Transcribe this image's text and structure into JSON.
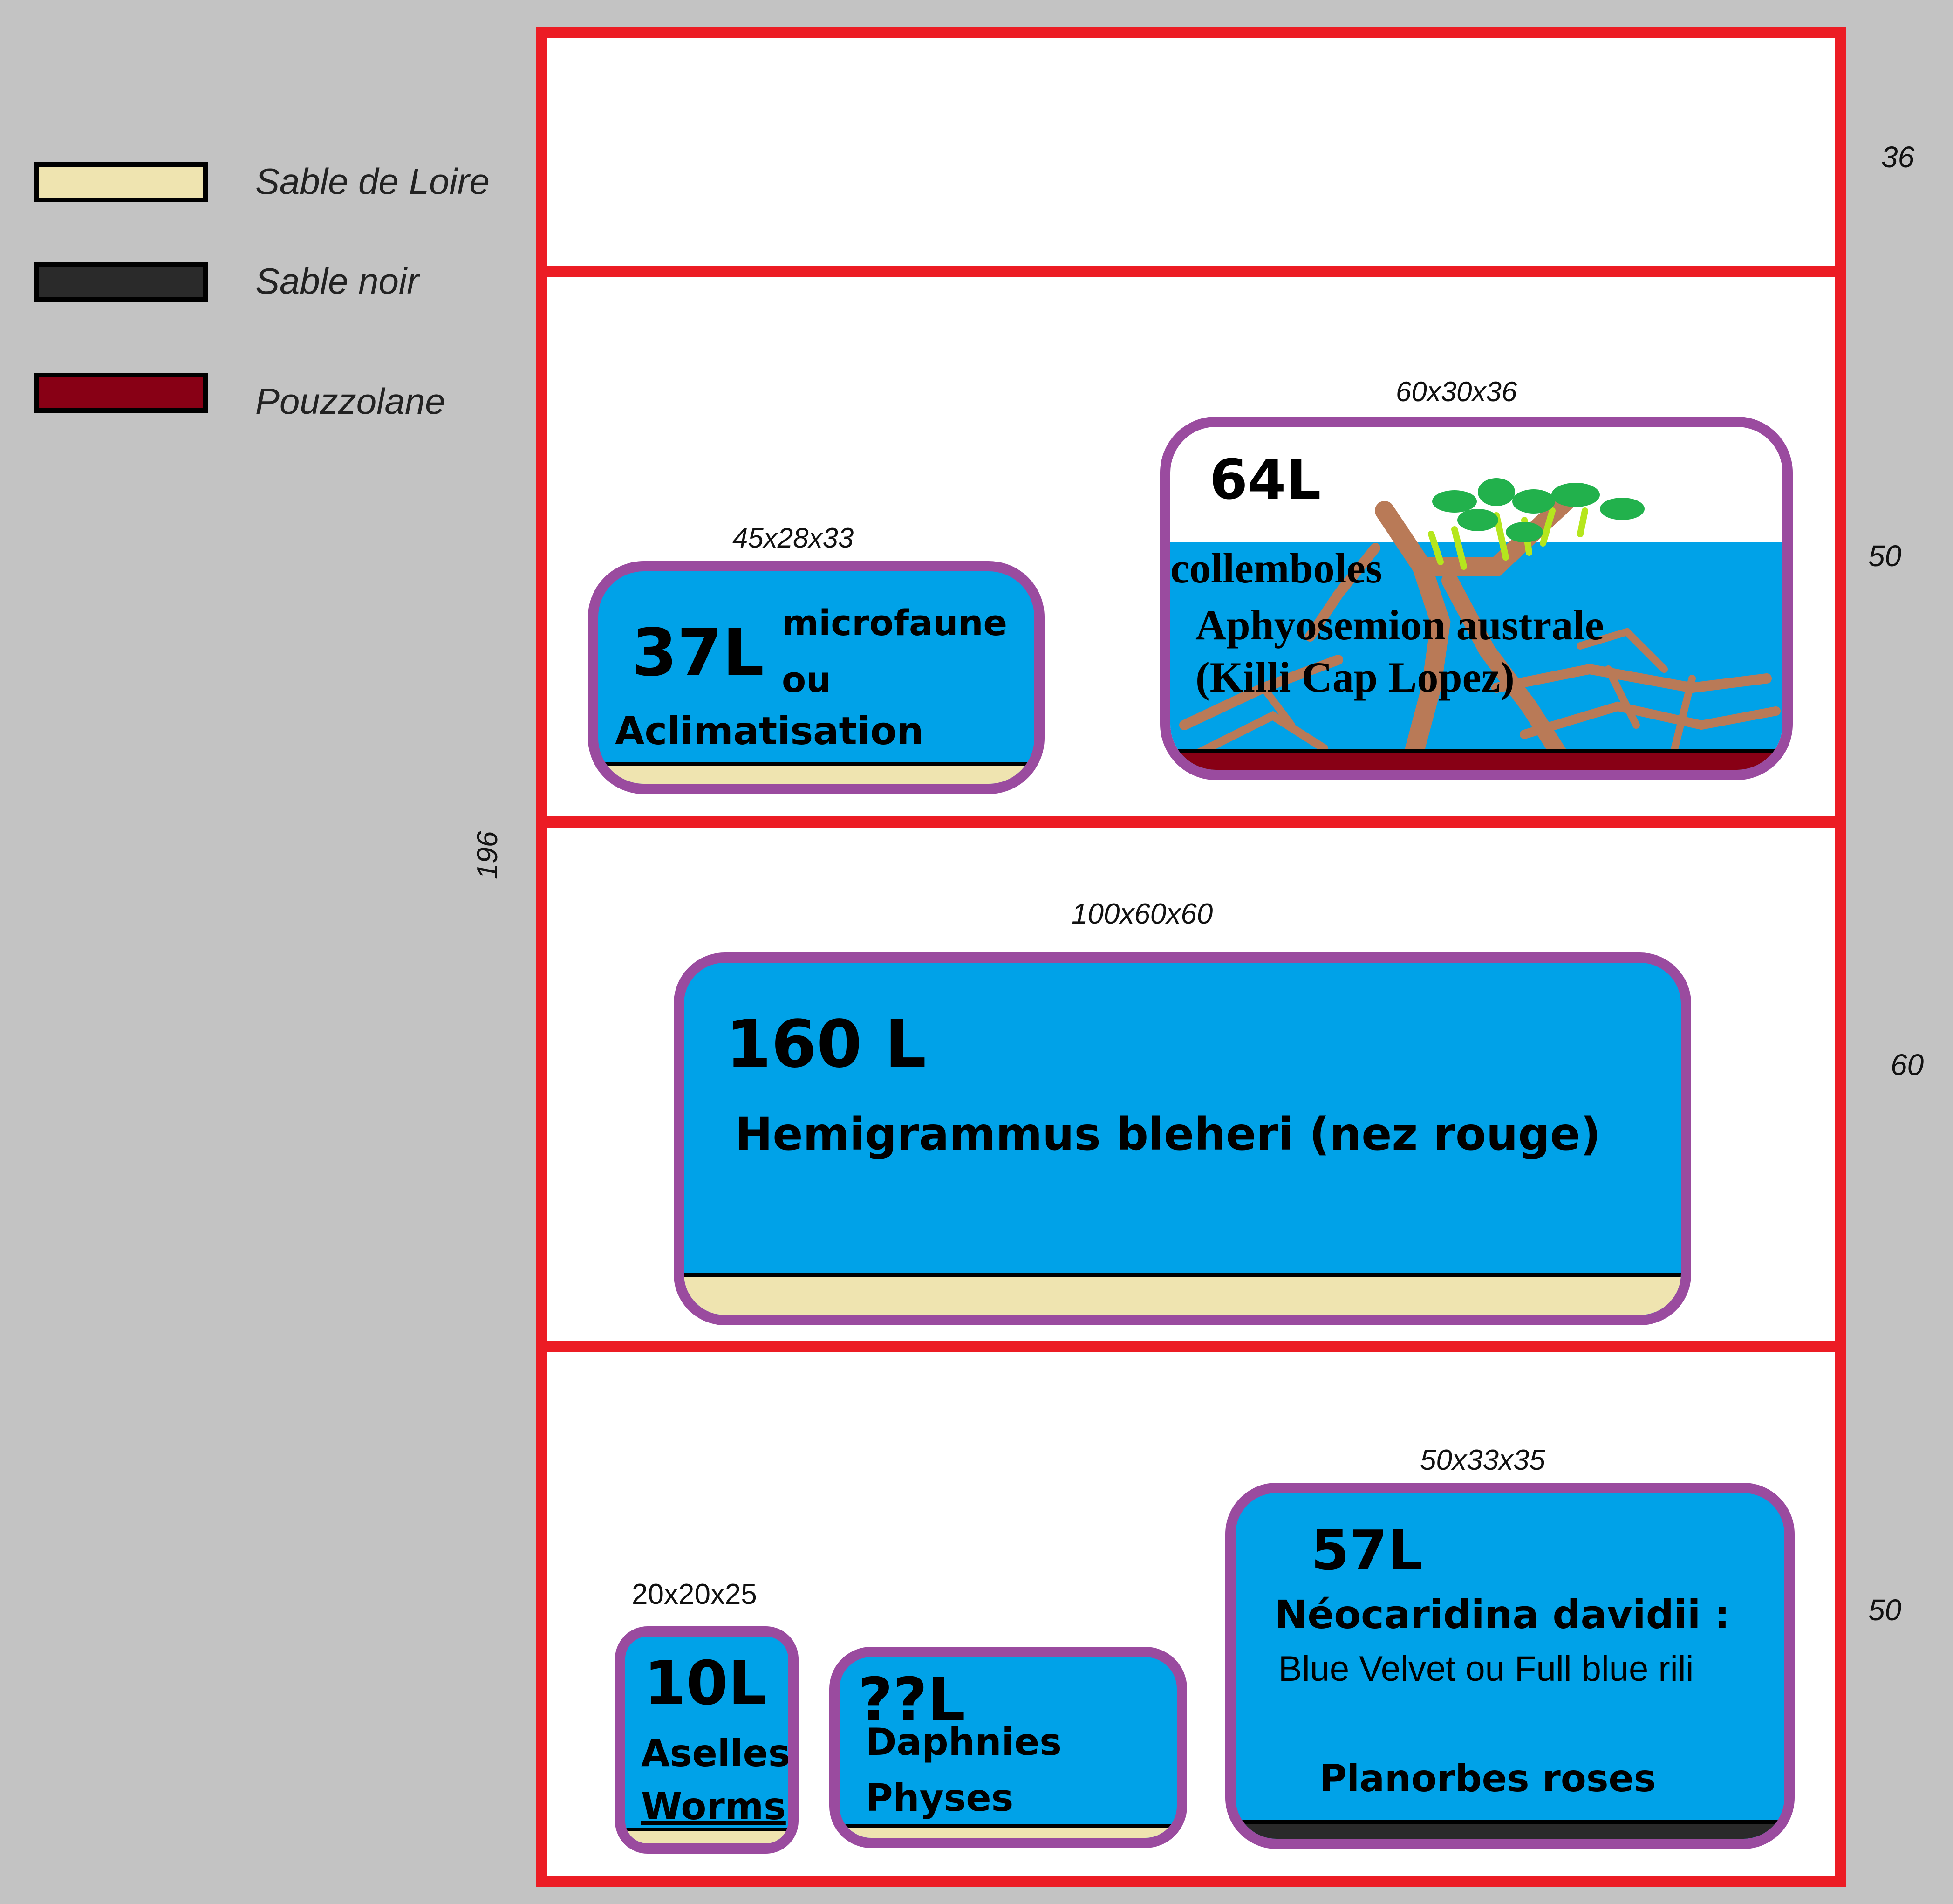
{
  "legend": [
    {
      "label": "Sable de Loire",
      "color": "#efe4b0"
    },
    {
      "label": "Sable noir",
      "color": "#2a2a2a"
    },
    {
      "label": "Pouzzolane",
      "color": "#880015"
    }
  ],
  "shelf": {
    "total_height": "196",
    "levels": [
      "36",
      "50",
      "60",
      "50"
    ],
    "frame_color": "#ec1c24"
  },
  "tanks": {
    "t37": {
      "dims": "45x28x33",
      "volume": "37L",
      "line1": "microfaune",
      "line2": "ou",
      "line3": "Aclimatisation",
      "substrate": "Sable de Loire"
    },
    "t64": {
      "dims": "60x30x36",
      "volume": "64L",
      "line1": "collemboles",
      "line2": "Aphyosemion australe",
      "line3": "(Killi Cap Lopez)",
      "substrate": "Pouzzolane"
    },
    "t160": {
      "dims": "100x60x60",
      "volume": "160 L",
      "species": "Hemigrammus bleheri (nez rouge)",
      "substrate": "Sable de Loire"
    },
    "t10": {
      "dims": "20x20x25",
      "volume": "10L",
      "line1": "Aselles",
      "line2": "Worms",
      "substrate": "Sable de Loire"
    },
    "tqq": {
      "volume": "??L",
      "line1": "Daphnies",
      "line2": "Physes",
      "substrate": "Sable de Loire"
    },
    "t57": {
      "dims": "50x33x35",
      "volume": "57L",
      "species": "Néocaridina davidii :",
      "variety": "Blue Velvet ou Full blue rili",
      "extra": "Planorbes roses",
      "substrate": "Sable noir"
    }
  },
  "colors": {
    "water": "#00a2e8",
    "tank_border": "#9a4b9f",
    "sable_loire": "#efe4b0",
    "sable_noir": "#2a2a2a",
    "pouzzolane": "#880015"
  }
}
